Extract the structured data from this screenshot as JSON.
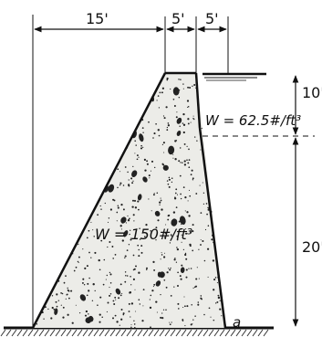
{
  "dimensions": {
    "top_left": "15'",
    "top_mid": "5'",
    "top_right": "5'",
    "right_upper": "10'",
    "right_lower": "20'"
  },
  "labels": {
    "water_weight": "W = 62.5#/ft³",
    "concrete_weight": "W = 150#/ft³",
    "point": "a"
  },
  "colors": {
    "ink": "#111111",
    "concrete": "#e9e9e6"
  }
}
